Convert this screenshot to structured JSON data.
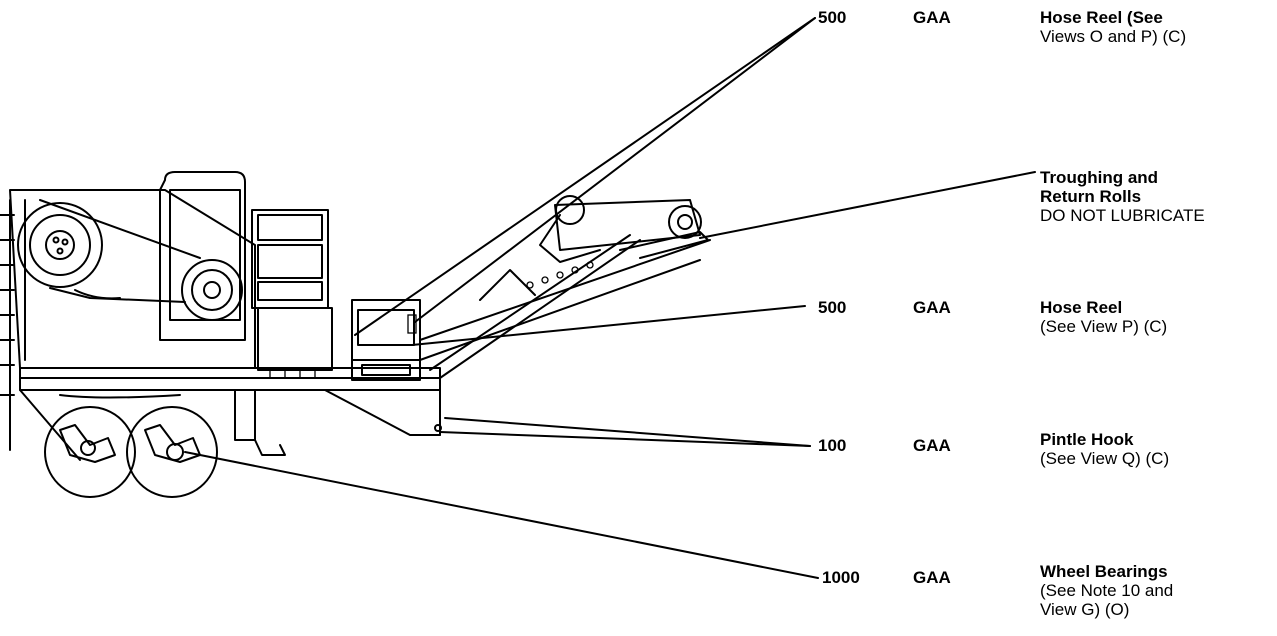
{
  "callouts": [
    {
      "interval": "500",
      "lube": "GAA",
      "item_lines": [
        "Hose Reel (See",
        "Views O and P) (C)"
      ]
    },
    {
      "interval": "",
      "lube": "",
      "item_lines": [
        "Troughing and",
        "Return Rolls"
      ],
      "note": "DO NOT LUBRICATE"
    },
    {
      "interval": "500",
      "lube": "GAA",
      "item_lines": [
        "Hose Reel",
        "(See View P) (C)"
      ]
    },
    {
      "interval": "100",
      "lube": "GAA",
      "item_lines": [
        "Pintle Hook",
        "(See View Q) (C)"
      ]
    },
    {
      "interval": "1000",
      "lube": "GAA",
      "item_lines": [
        "Wheel Bearings",
        "(See Note 10 and",
        "View G) (O)"
      ]
    }
  ]
}
